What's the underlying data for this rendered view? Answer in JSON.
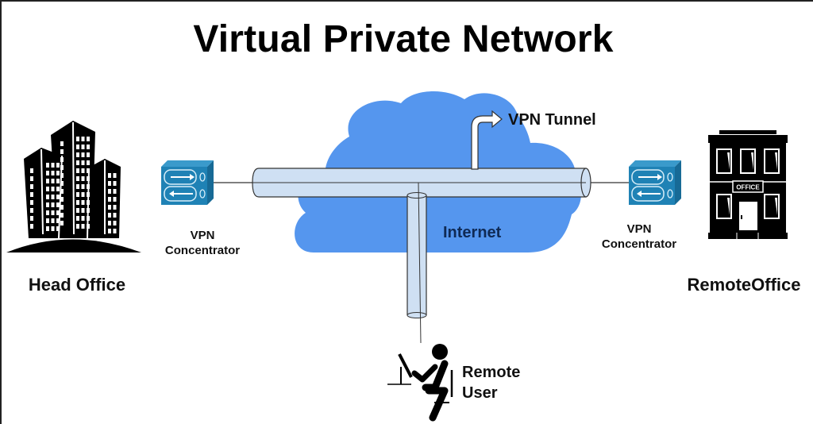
{
  "title": "Virtual Private Network",
  "nodes": {
    "head_office": {
      "label": "Head Office",
      "icon": "skyscrapers-icon"
    },
    "remote_office": {
      "label": "RemoteOffice",
      "icon": "office-building-icon",
      "sign": "OFFICE"
    },
    "concentrator_left": {
      "label_line1": "VPN",
      "label_line2": "Concentrator",
      "icon": "vpn-concentrator-icon"
    },
    "concentrator_right": {
      "label_line1": "VPN",
      "label_line2": "Concentrator",
      "icon": "vpn-concentrator-icon"
    },
    "internet": {
      "label": "Internet",
      "icon": "cloud-icon"
    },
    "remote_user": {
      "label_line1": "Remote",
      "label_line2": "User",
      "icon": "person-at-computer-icon"
    }
  },
  "annotations": {
    "tunnel": {
      "label": "VPN Tunnel",
      "icon": "curved-arrow-icon"
    }
  },
  "colors": {
    "cloud": "#5596ee",
    "pipe_fill": "#cfe0f3",
    "concentrator": "#1f82b5",
    "internet_text": "#0f2a55"
  }
}
